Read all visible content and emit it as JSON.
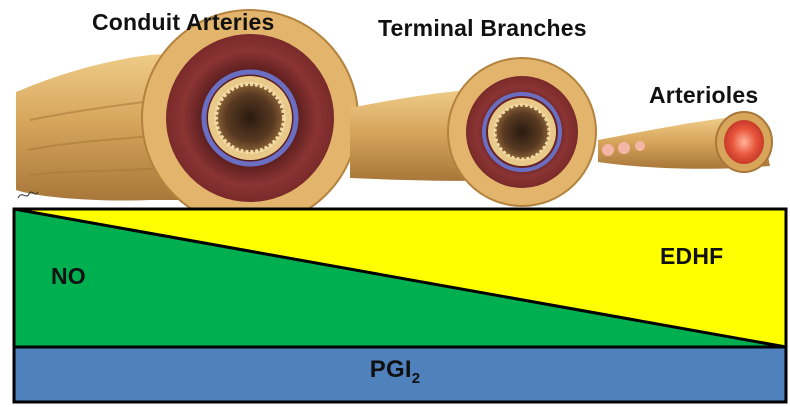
{
  "vessels": {
    "conduit_label": "Conduit Arteries",
    "terminal_label": "Terminal Branches",
    "arterioles_label": "Arterioles"
  },
  "mediators": {
    "no_label": "NO",
    "edhf_label": "EDHF",
    "pgi2_base": "PGI",
    "pgi2_sub": "2"
  },
  "colors": {
    "no_region": "#00b050",
    "edhf_region": "#ffff00",
    "pgi2_region": "#4f81bd",
    "vessel_tan": "#d7a65a",
    "vessel_wall": "#8a2e2e",
    "endothelium_ring": "#6b6fc4"
  },
  "signature": "artist signature"
}
